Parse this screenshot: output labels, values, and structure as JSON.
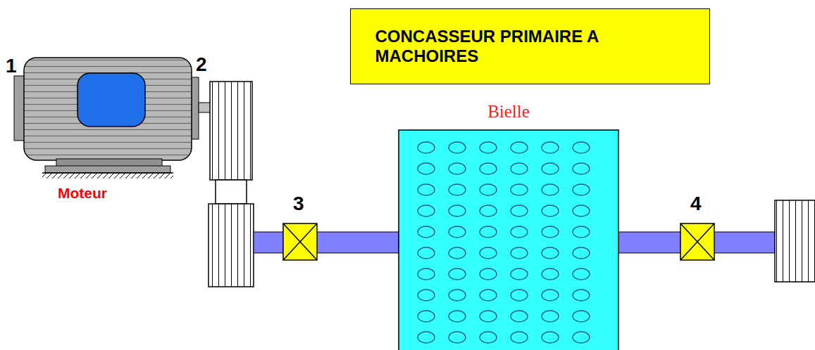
{
  "diagram": {
    "title": "CONCASSEUR PRIMAIRE A MACHOIRES",
    "nodes": [
      {
        "text": [
          "Bielle"
        ]
      }
    ],
    "labels": [
      "1",
      "2",
      "Moteur",
      "3",
      "4"
    ]
  }
}
